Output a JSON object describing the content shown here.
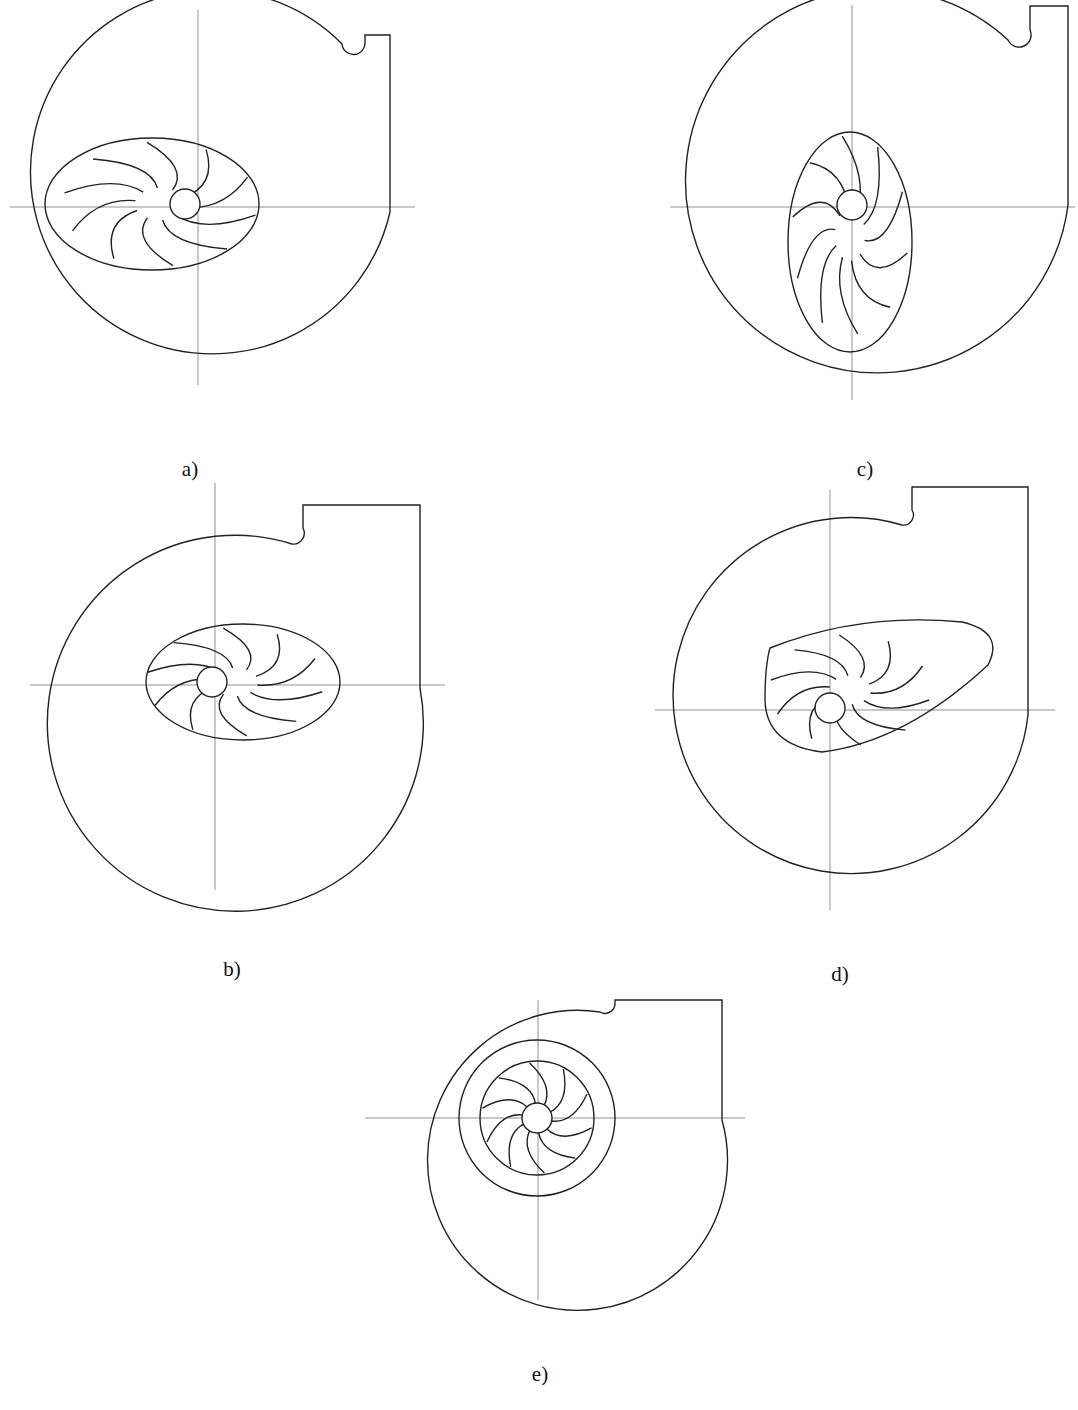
{
  "diagram": {
    "labels": [
      "a)",
      "c)",
      "b)",
      "d)",
      "e)"
    ]
  }
}
